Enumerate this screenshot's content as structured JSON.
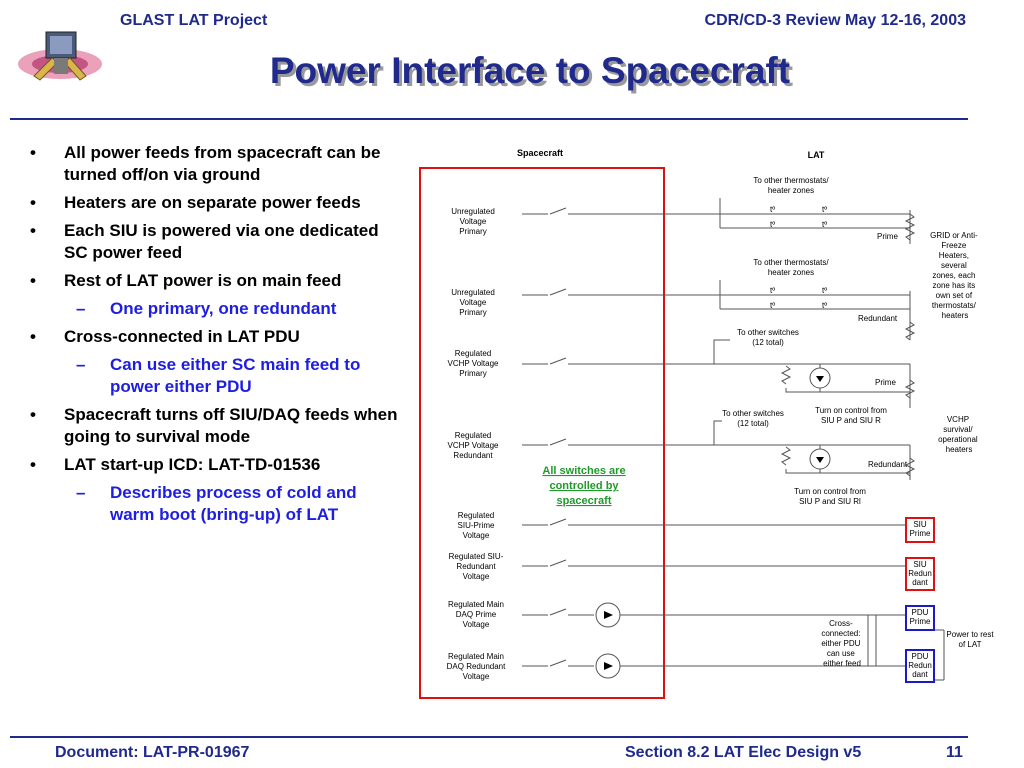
{
  "header": {
    "project": "GLAST LAT Project",
    "review": "CDR/CD-3 Review May 12-16, 2003"
  },
  "title": "Power Interface to Spacecraft",
  "bullets": [
    {
      "level": 1,
      "text": "All power feeds from spacecraft can be turned off/on via ground"
    },
    {
      "level": 1,
      "text": "Heaters are on separate power feeds"
    },
    {
      "level": 1,
      "text": "Each SIU is powered via one dedicated SC power feed"
    },
    {
      "level": 1,
      "text": "Rest of LAT power is on main feed"
    },
    {
      "level": 2,
      "text": "One primary, one redundant"
    },
    {
      "level": 1,
      "text": "Cross-connected in LAT PDU"
    },
    {
      "level": 2,
      "text": "Can use either SC main feed to power either PDU"
    },
    {
      "level": 1,
      "text": "Spacecraft turns off SIU/DAQ feeds when going to survival mode"
    },
    {
      "level": 1,
      "text": "LAT start-up ICD: LAT-TD-01536"
    },
    {
      "level": 2,
      "text": "Describes process of cold and warm boot (bring-up) of LAT"
    }
  ],
  "diagram": {
    "spacecraft_label": "Spacecraft",
    "lat_label": "LAT",
    "feeds": [
      [
        "Unregulated",
        "Voltage",
        "Primary"
      ],
      [
        "Unregulated",
        "Voltage",
        "Primary"
      ],
      [
        "Regulated",
        "VCHP Voltage",
        "Primary"
      ],
      [
        "Regulated",
        "VCHP Voltage",
        "Redundant"
      ],
      [
        "Regulated",
        "SIU-Prime",
        "Voltage"
      ],
      [
        "Regulated SIU-",
        "Redundant",
        "Voltage"
      ],
      [
        "Regulated Main",
        "DAQ Prime",
        "Voltage"
      ],
      [
        "Regulated Main",
        "DAQ Redundant",
        "Voltage"
      ]
    ],
    "switch_note": [
      "All switches are",
      "controlled by",
      "spacecraft"
    ],
    "thermostat_note": [
      "To other thermostats/",
      "heater zones"
    ],
    "thermostat_symbol": "tº",
    "switches_note": [
      "To other switches",
      "(12 total)"
    ],
    "turn_on_note_1": [
      "Turn on control from",
      "SIU P and SIU R"
    ],
    "turn_on_note_2": [
      "Turn on control from",
      "SIU P and SIU Rl"
    ],
    "prime": "Prime",
    "redundant": "Redundant",
    "grid_heater_note": [
      "GRID or Anti-",
      "Freeze",
      "Heaters,",
      "several",
      "zones, each",
      "zone has its",
      "own set of",
      "thermostats/",
      "heaters"
    ],
    "vchp_note": [
      "VCHP",
      "survival/",
      "operational",
      "heaters"
    ],
    "siu_prime": [
      "SIU",
      "Prime"
    ],
    "siu_redundant": [
      "SIU",
      "Redun",
      "dant"
    ],
    "pdu_prime": [
      "PDU",
      "Prime"
    ],
    "pdu_redundant": [
      "PDU",
      "Redun",
      "dant"
    ],
    "cross_note": [
      "Cross-",
      "connected:",
      "either PDU",
      "can use",
      "either feed"
    ],
    "power_note": [
      "Power to rest",
      "of LAT"
    ],
    "colors": {
      "spacecraft_box": "#e01010",
      "siu_box": "#e01010",
      "pdu_box": "#1a1ac8",
      "note": "#1f9a2a"
    }
  },
  "footer": {
    "document": "Document:  LAT-PR-01967",
    "section": "Section 8.2  LAT Elec Design   v5",
    "page": "11"
  }
}
